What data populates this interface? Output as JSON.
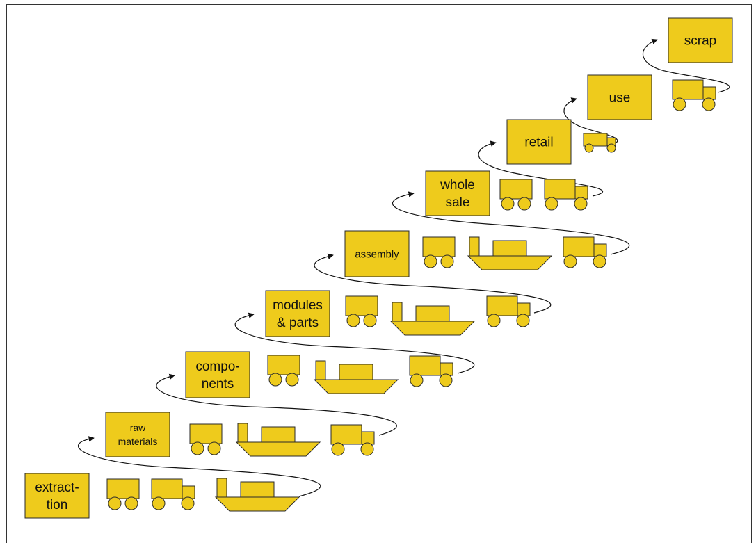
{
  "colors": {
    "fill": "#EECB1C",
    "stroke": "#2a2a2a",
    "background": "#ffffff"
  },
  "stages": [
    {
      "id": "extraction",
      "lines": [
        "extract-",
        "tion"
      ]
    },
    {
      "id": "raw-materials",
      "lines": [
        "raw",
        "materials"
      ]
    },
    {
      "id": "components",
      "lines": [
        "compo-",
        "nents"
      ]
    },
    {
      "id": "modules-parts",
      "lines": [
        "modules",
        "& parts"
      ]
    },
    {
      "id": "assembly",
      "lines": [
        "assembly"
      ]
    },
    {
      "id": "wholesale",
      "lines": [
        "whole",
        "sale"
      ]
    },
    {
      "id": "retail",
      "lines": [
        "retail"
      ]
    },
    {
      "id": "use",
      "lines": [
        "use"
      ]
    },
    {
      "id": "scrap",
      "lines": [
        "scrap"
      ]
    }
  ],
  "transports": [
    {
      "stage": 0,
      "vehicles": [
        "trailer-icon",
        "truck-icon",
        "ship-icon"
      ]
    },
    {
      "stage": 1,
      "vehicles": [
        "trailer-icon",
        "ship-icon",
        "truck-icon"
      ]
    },
    {
      "stage": 2,
      "vehicles": [
        "trailer-icon",
        "ship-icon",
        "truck-icon"
      ]
    },
    {
      "stage": 3,
      "vehicles": [
        "trailer-icon",
        "ship-icon",
        "truck-icon"
      ]
    },
    {
      "stage": 4,
      "vehicles": [
        "trailer-icon",
        "ship-icon",
        "truck-icon"
      ]
    },
    {
      "stage": 5,
      "vehicles": [
        "trailer-icon",
        "truck-icon"
      ]
    },
    {
      "stage": 6,
      "vehicles": [
        "small-truck-icon"
      ]
    },
    {
      "stage": 7,
      "vehicles": [
        "truck-icon"
      ]
    }
  ]
}
